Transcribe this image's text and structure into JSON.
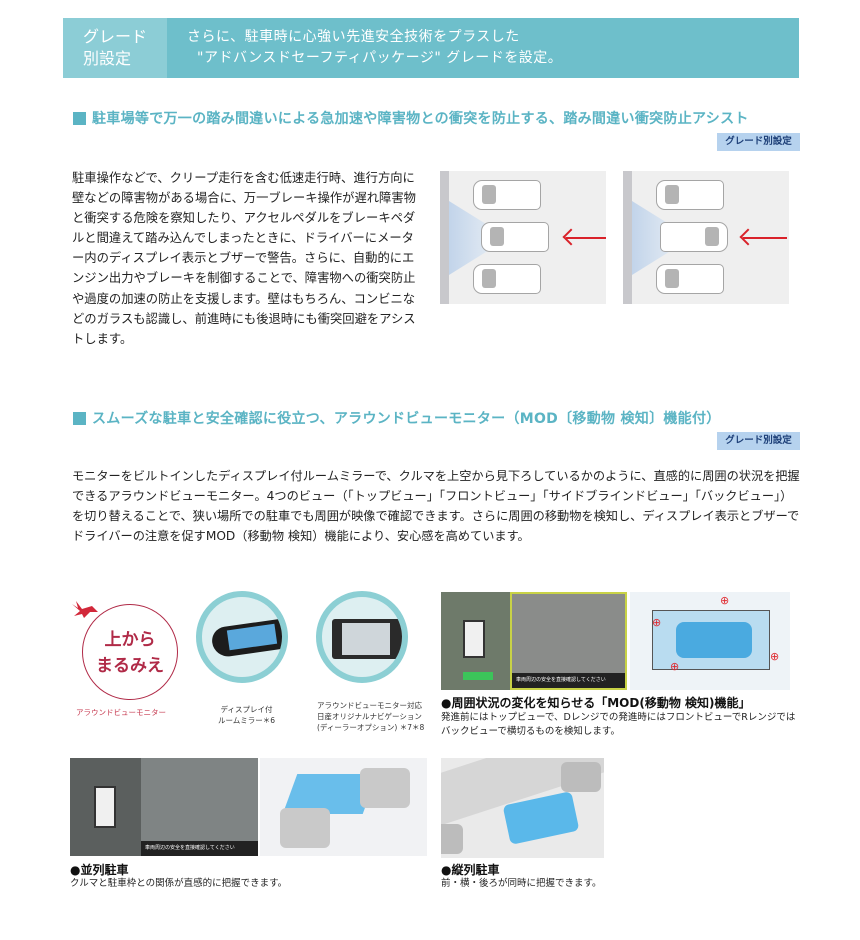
{
  "header": {
    "tag_line1": "グレード",
    "tag_line2": "別設定",
    "text_line1": "さらに、駐車時に心強い先進安全技術をプラスした",
    "text_line2": "\"アドバンスドセーフティパッケージ\" グレードを設定。",
    "band_color": "#6ebfcb",
    "tag_color": "#8ccdd6"
  },
  "section1": {
    "title": "駐車場等で万一の踏み間違いによる急加速や障害物との衝突を防止する、踏み間違い衝突防止アシスト",
    "badge": "グレード別設定",
    "body": "駐車操作などで、クリープ走行を含む低速走行時、進行方向に壁などの障害物がある場合に、万一ブレーキ操作が遅れ障害物と衝突する危険を察知したり、アクセルペダルをブレーキペダルと間違えて踏み込んでしまったときに、ドライバーにメーター内のディスプレイ表示とブザーで警告。さらに、自動的にエンジン出力やブレーキを制御することで、障害物への衝突防止や過度の加速の防止を支援します。壁はもちろん、コンビニなどのガラスも認識し、前進時にも後退時にも衝突回避をアシストします。",
    "figures": [
      {
        "name": "forward-parking-diagram",
        "direction": "forward"
      },
      {
        "name": "reverse-parking-diagram",
        "direction": "reverse"
      }
    ]
  },
  "section2": {
    "title": "スムーズな駐車と安全確認に役立つ、アラウンドビューモニター（MOD〔移動物 検知〕機能付）",
    "badge": "グレード別設定",
    "body": "モニターをビルトインしたディスプレイ付ルームミラーで、クルマを上空から見下ろしているかのように、直感的に周囲の状況を把握できるアラウンドビューモニター。4つのビュー（「トップビュー」「フロントビュー」「サイドブラインドビュー」「バックビュー」）を切り替えることで、狭い場所での駐車でも周囲が映像で確認できます。さらに周囲の移動物を検知し、ディスプレイ表示とブザーでドライバーの注意を促すMOD（移動物 検知）機能により、安心感を高めています。",
    "logo": {
      "line1": "上から",
      "line2": "まるみえ",
      "caption": "アラウンドビューモニター"
    },
    "mirror_caption": "ディスプレイ付\nルームミラー＊6",
    "nav_caption": "アラウンドビューモニター対応日産オリジナルナビゲーション(ディーラーオプション) ＊7＊8",
    "mod": {
      "heading": "●周囲状況の変化を知らせる「MOD(移動物 検知)機能」",
      "text": "発進前にはトップビューで、Dレンジでの発進時にはフロントビューでRレンジではバックビューで横切るものを検知します。",
      "screen_message": "車両周辺の安全を直接確認してください"
    },
    "parallel": {
      "heading": "●並列駐車",
      "text": "クルマと駐車枠との関係が直感的に把握できます。",
      "screen_message": "車両周辺の安全を直接確認してください"
    },
    "tandem": {
      "heading": "●縦列駐車",
      "text": "前・横・後ろが同時に把握できます。"
    }
  },
  "colors": {
    "accent": "#5bb4c4",
    "badge_bg": "#b6d2ee",
    "badge_text": "#1d3f78",
    "arrow_red": "#d9222a",
    "logo_red": "#b02a47"
  }
}
